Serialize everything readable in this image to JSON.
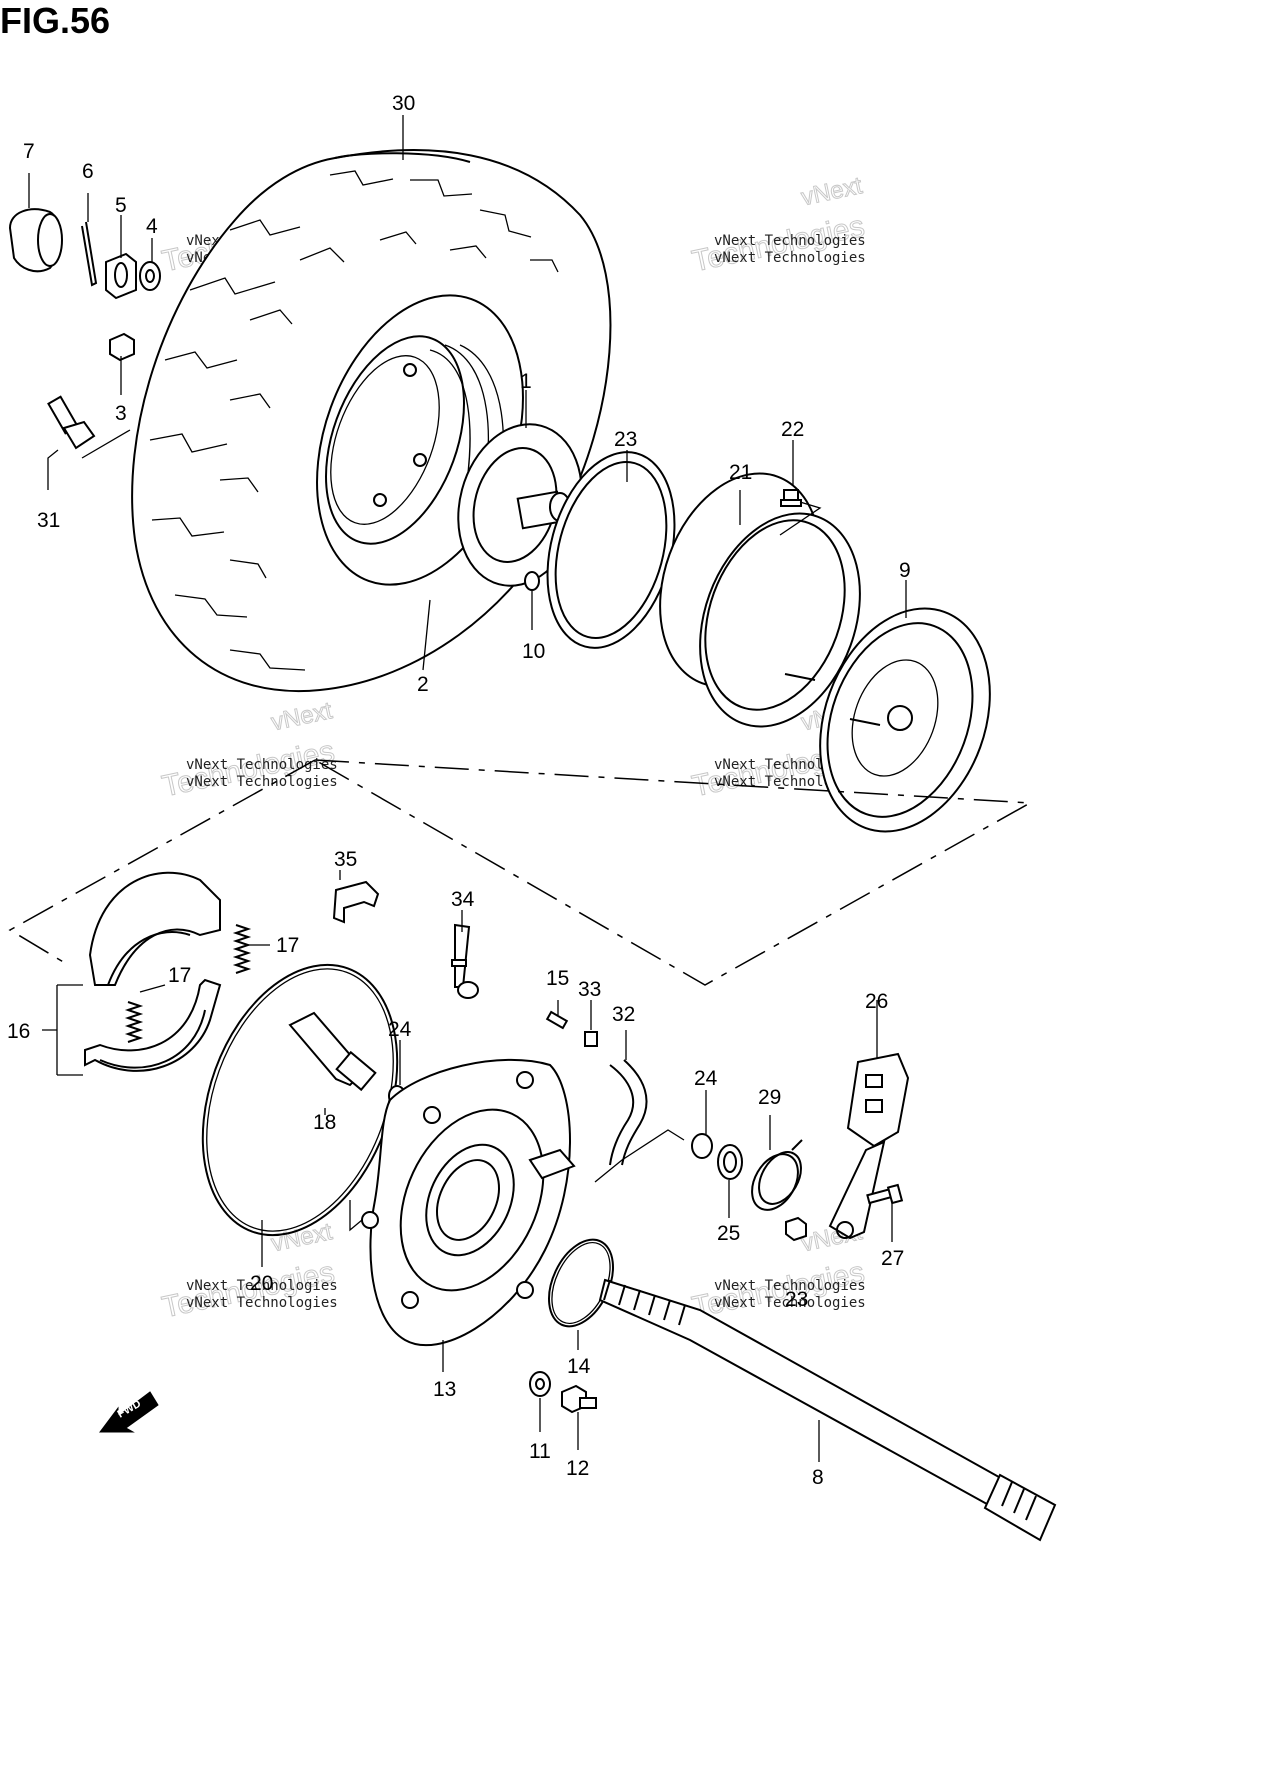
{
  "figure": {
    "title": "FIG.56"
  },
  "watermark": {
    "line1": "vNext Technologies",
    "line2": "vNext",
    "line3": "Technologies"
  },
  "fwd_label": "FWD",
  "parts": [
    {
      "ref": "30"
    },
    {
      "ref": "7"
    },
    {
      "ref": "6"
    },
    {
      "ref": "5"
    },
    {
      "ref": "4"
    },
    {
      "ref": "3"
    },
    {
      "ref": "31"
    },
    {
      "ref": "1"
    },
    {
      "ref": "2"
    },
    {
      "ref": "10"
    },
    {
      "ref": "23"
    },
    {
      "ref": "21"
    },
    {
      "ref": "22"
    },
    {
      "ref": "9"
    },
    {
      "ref": "35"
    },
    {
      "ref": "34"
    },
    {
      "ref": "17"
    },
    {
      "ref": "17"
    },
    {
      "ref": "16"
    },
    {
      "ref": "15"
    },
    {
      "ref": "33"
    },
    {
      "ref": "32"
    },
    {
      "ref": "26"
    },
    {
      "ref": "24"
    },
    {
      "ref": "24"
    },
    {
      "ref": "29"
    },
    {
      "ref": "25"
    },
    {
      "ref": "18"
    },
    {
      "ref": "27"
    },
    {
      "ref": "23"
    },
    {
      "ref": "20"
    },
    {
      "ref": "14"
    },
    {
      "ref": "13"
    },
    {
      "ref": "11"
    },
    {
      "ref": "12"
    },
    {
      "ref": "8"
    }
  ]
}
